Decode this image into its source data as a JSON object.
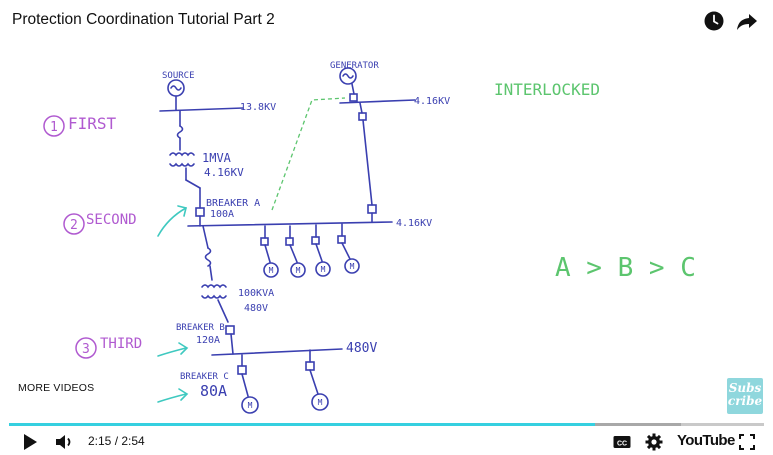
{
  "video": {
    "title": "Protection Coordination Tutorial Part 2",
    "current_time": "2:15",
    "duration": "2:54",
    "time_sep": " / ",
    "progress_played": 0.776,
    "progress_loaded": 0.89
  },
  "overlay": {
    "more_videos": "MORE VIDEOS",
    "subscribe_line1": "Subs",
    "subscribe_line2": "cribe"
  },
  "controls": {
    "brand": "YouTube"
  },
  "whiteboard": {
    "source_label": "SOURCE",
    "generator_label": "GENERATOR",
    "source_bus_voltage": "13.8KV",
    "generator_bus_voltage": "4.16KV",
    "interlocked": "INTERLOCKED",
    "first": "FIRST",
    "first_num": "1",
    "second": "SECOND",
    "second_num": "2",
    "third": "THIRD",
    "third_num": "3",
    "transformer1_rating": "1MVA",
    "transformer1_voltage": "4.16KV",
    "breaker_a": "BREAKER A",
    "breaker_a_rating": "100A",
    "main_bus_voltage": "4.16KV",
    "transformer2_rating": "100KVA",
    "transformer2_voltage": "480V",
    "breaker_b": "BREAKER B",
    "breaker_b_rating": "120A",
    "lv_bus_voltage": "480V",
    "breaker_c": "BREAKER C",
    "breaker_c_rating": "80A",
    "motor_symbol": "M",
    "relation": "A > B > C"
  },
  "colors": {
    "ink_blue": "#3a3fb0",
    "purple": "#b05ad0",
    "green": "#5cc56e",
    "teal": "#3fc9c0",
    "progress_played": "#35d0e0"
  }
}
